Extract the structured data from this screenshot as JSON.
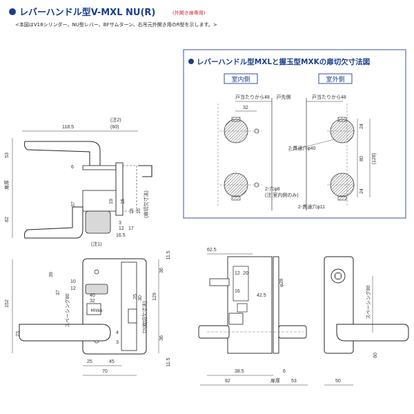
{
  "header": {
    "title": "レバーハンドル型V-MXL NU(R)",
    "title_note": "(外開き扉専用)",
    "subtitle": "<本図はV18シリンダー、NU型レバー、BFサムターン、右吊元外開き用のR型を示します。>"
  },
  "inset": {
    "title": "レバーハンドル型MXLと握玉型MXKの扉切欠寸法図",
    "label_inside": "室内側",
    "label_outside": "室外側",
    "dims": {
      "backset_left": "戸当たりから48",
      "backset_right": "戸当たりから48",
      "door_edge": "戸先側",
      "d32": "32",
      "hole40": "2-貫通穴φ40",
      "hole8": "2-穴φ8",
      "hole8_note": "(注.室内側のみ)",
      "hole11": "2-貫通穴φ11",
      "d24a": "24",
      "d80": "80",
      "d128": "(128)",
      "d24b": "24"
    }
  },
  "side_view": {
    "d1185": "118.5",
    "d60": "(60)",
    "note2": "(注2)",
    "note1": "(注1)",
    "d53": "53",
    "d82": "82",
    "d6": "6",
    "d37": "37",
    "d19": "19",
    "d15": "15",
    "d18": "18",
    "d16": "16",
    "d3": "3",
    "d12": "12",
    "d165": "16.5",
    "d17": "17",
    "door_thickness": "扉厚",
    "adjust": "(扉切欠寸法)"
  },
  "front_view": {
    "d152": "152",
    "d23": "23",
    "d39": "39",
    "d37": "37",
    "d10": "10",
    "d12": "12",
    "d40": "40",
    "d32": "32",
    "d25a": "25",
    "d30": "30",
    "d129": "129",
    "d36a": "36",
    "d36b": "36",
    "d4": "4",
    "d3": "3",
    "d115a": "11.5",
    "d115b": "11.5",
    "d72": "72(錠切欠寸法)",
    "spacing80": "スペーシング80",
    "d25b": "25",
    "d45": "45",
    "d70": "70"
  },
  "section_view": {
    "d625": "62.5",
    "d12": "12",
    "d20": "20",
    "d16": "16",
    "d28": "φ28",
    "d425": "42.5",
    "d385": "38.5",
    "d6": "6",
    "d82": "82",
    "d53": "53",
    "door_thickness": "扉厚"
  },
  "back_view": {
    "spacing80": "スペーシング80",
    "d60": "60",
    "d50": "50"
  },
  "colors": {
    "accent": "#1a3d8f",
    "red": "#d2232a",
    "inset_border": "#5a6fb0",
    "line": "#222222",
    "gray": "#8a8a8a",
    "hatch": "#444444"
  }
}
